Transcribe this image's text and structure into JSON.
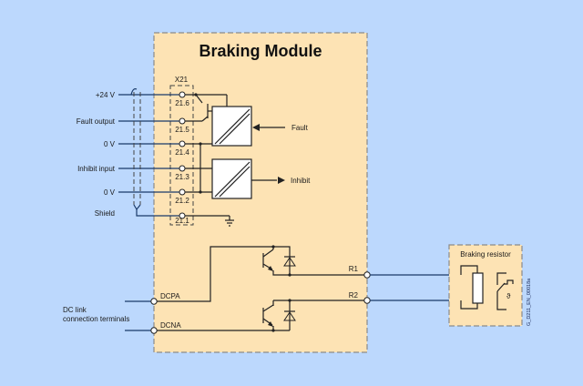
{
  "diagram": {
    "title": "Braking Module",
    "connector": "X21",
    "left_signals": [
      "+24 V",
      "Fault output",
      "0 V",
      "Inhibit input",
      "0 V",
      "Shield"
    ],
    "terminals": [
      "21.6",
      "21.5",
      "21.4",
      "21.3",
      "21.2",
      "21.1"
    ],
    "internal_signals": {
      "fault": "Fault",
      "inhibit": "Inhibit"
    },
    "dc_link": {
      "label_line1": "DC link",
      "label_line2": "connection terminals",
      "dcpa": "DCPA",
      "dcna": "DCNA"
    },
    "outputs": [
      "R1",
      "R2"
    ],
    "resistor": {
      "title": "Braking resistor",
      "thermal_symbol": "ϑ"
    },
    "figure_id": "G_D211_EN_00018a"
  },
  "colors": {
    "background": "#bcd8fd",
    "module_fill": "#fde3b4"
  }
}
